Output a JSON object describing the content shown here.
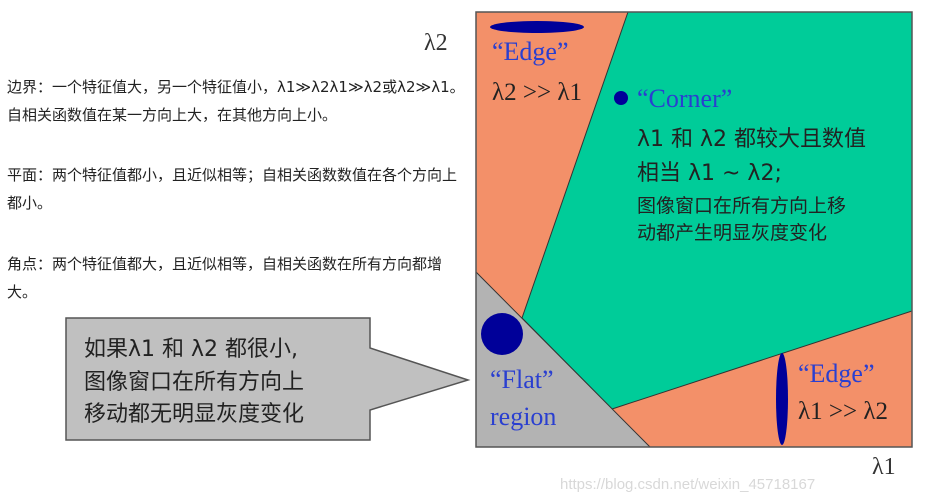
{
  "paragraphs": [
    "边界：一个特征值大，另一个特征值小，λ1≫λ2λ1≫λ2或λ2≫λ1。自相关函数值在某一方向上大，在其他方向上小。",
    "平面：两个特征值都小，且近似相等；自相关函数数值在各个方向上都小。",
    "角点：两个特征值都大，且近似相等，自相关函数在所有方向都增大。"
  ],
  "diagram": {
    "axis_y_label": "λ2",
    "axis_x_label": "λ1",
    "edge_top": {
      "title": "“Edge”",
      "relation": "λ2 >> λ1"
    },
    "corner": {
      "title": "“Corner”",
      "line1": "λ1 和 λ2 都较大且数值",
      "line2": "相当 λ1 ~ λ2;",
      "line3": "图像窗口在所有方向上移",
      "line4": "动都产生明显灰度变化"
    },
    "flat": {
      "title": "“Flat”",
      "subtitle": "region"
    },
    "edge_bottom": {
      "title": "“Edge”",
      "relation": "λ1 >> λ2"
    },
    "callout": {
      "line1": "如果λ1 和 λ2 都很小,",
      "line2": "图像窗口在所有方向上",
      "line3": "移动都无明显灰度变化"
    },
    "colors": {
      "edge": "#f39069",
      "corner": "#00cc99",
      "flat": "#b3b3b3",
      "marker": "#000099",
      "label_blue": "#2a3fd0"
    }
  },
  "watermark": "https://blog.csdn.net/weixin_45718167"
}
